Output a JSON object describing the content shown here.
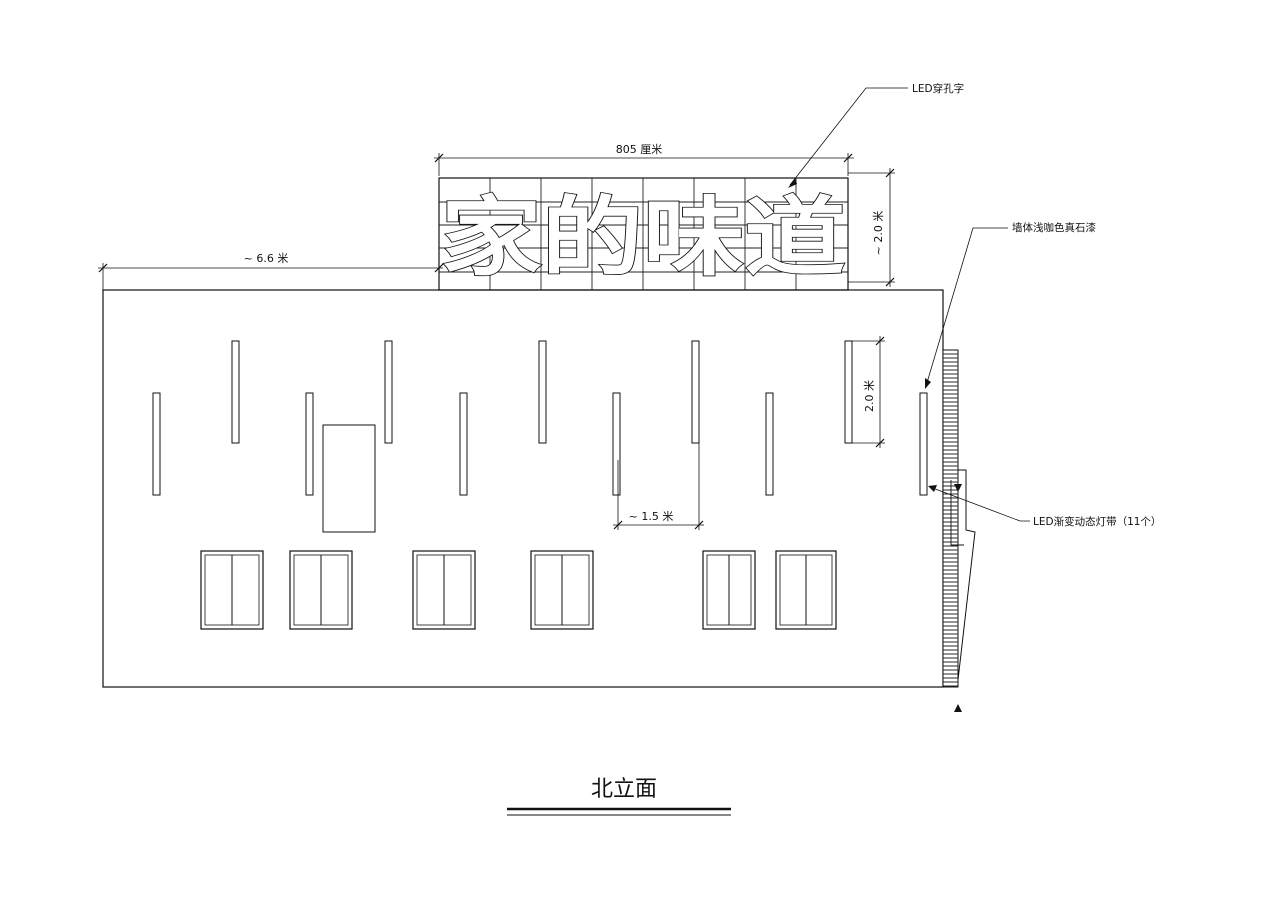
{
  "drawing": {
    "title": "北立面",
    "sign_text": "家的味道",
    "dimensions": {
      "sign_width": "805 厘米",
      "sign_height": "~ 2.0 米",
      "left_span": "~ 6.6 米",
      "strip_height": "2.0 米",
      "strip_spacing": "~ 1.5 米"
    },
    "callouts": {
      "led_letters": "LED穿孔字",
      "wall_finish": "墙体浅咖色真石漆",
      "led_strips": "LED渐变动态灯带（11个）"
    }
  }
}
